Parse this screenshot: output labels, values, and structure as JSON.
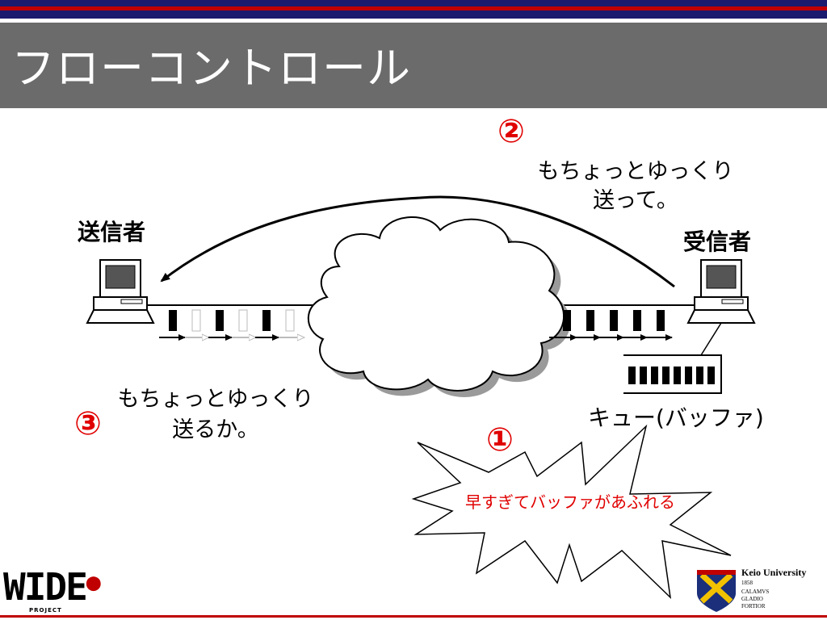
{
  "title": "フローコントロール",
  "sender_label": "送信者",
  "receiver_label": "受信者",
  "step2": {
    "marker": "②",
    "line1": "もちょっとゆっくり",
    "line2": "送って。"
  },
  "step3": {
    "marker": "③",
    "line1": "もちょっとゆっくり",
    "line2": "送るか。"
  },
  "step1": {
    "marker": "①",
    "burst_text": "早すぎてバッファがあふれる"
  },
  "queue_label": "キュー(バッファ)",
  "logos": {
    "wide_text": "WIDE",
    "wide_sub": "PROJECT",
    "keio_name": "Keio University",
    "keio_year": "1858",
    "keio_motto": [
      "CALAMVS",
      "GLADIO",
      "FORTIOR"
    ]
  },
  "colors": {
    "stripe_navy": "#1a1a6e",
    "stripe_red": "#c00000",
    "title_bar": "#6b6b6b",
    "marker_red": "#e00000"
  }
}
